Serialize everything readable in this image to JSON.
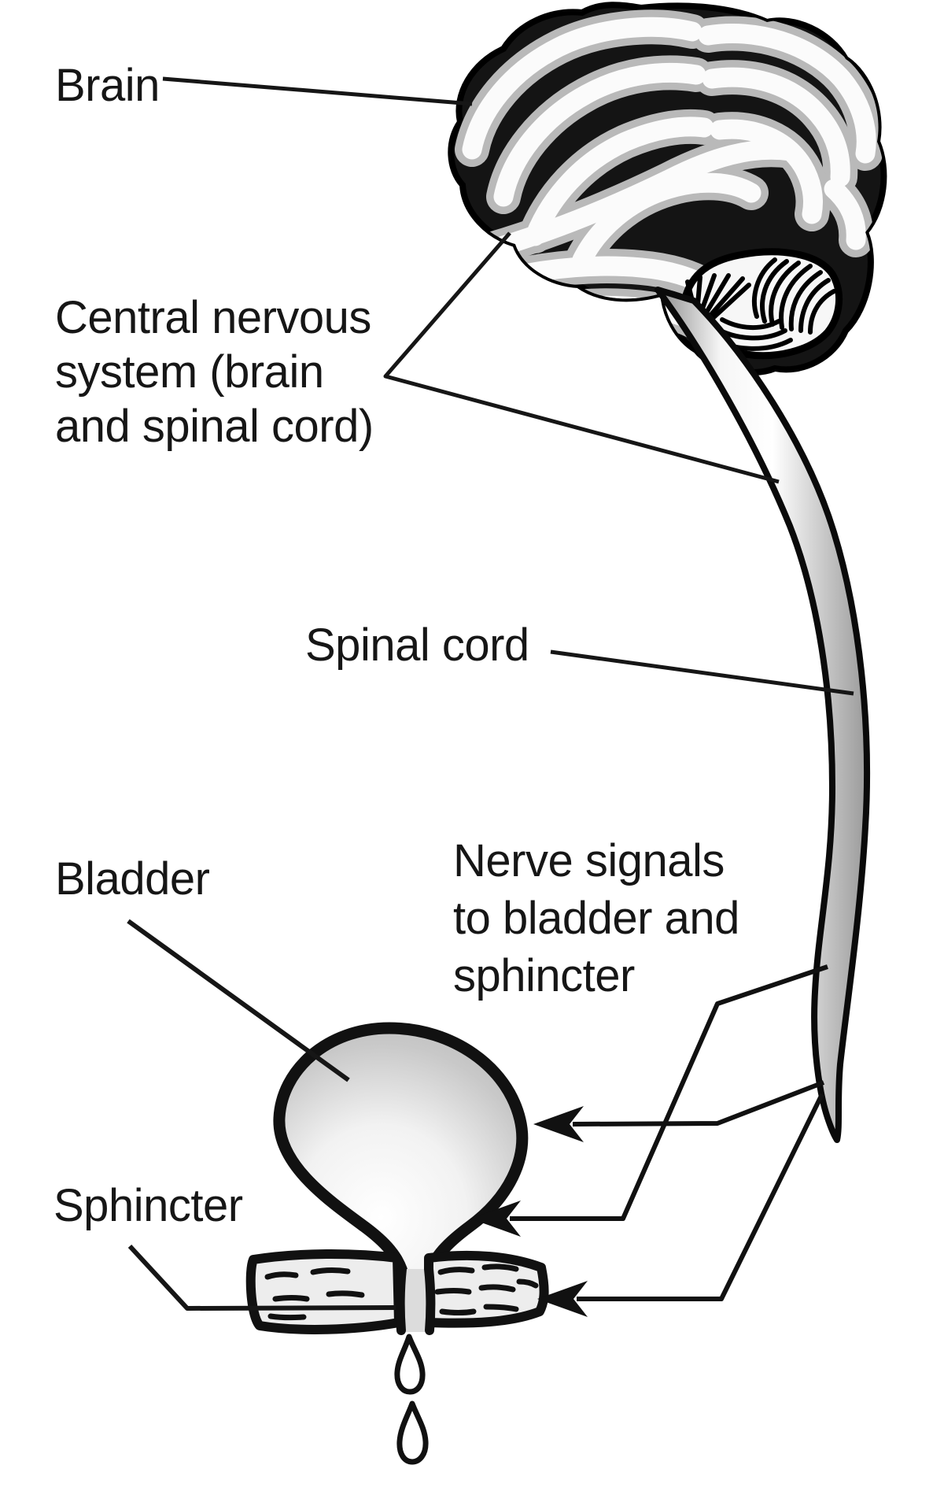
{
  "figure": {
    "type": "medical-line-illustration",
    "subject": "Nerve pathway from central nervous system to bladder and sphincter",
    "colors": {
      "paper": "#ffffff",
      "ink": "#111111",
      "text": "#161616",
      "organ_gray": "#c6c6c6",
      "muscle_gray": "#ededed"
    },
    "labels": {
      "brain": "Brain",
      "cns": [
        "Central nervous",
        "system (brain",
        "and spinal cord)"
      ],
      "spinal_cord": "Spinal cord",
      "bladder": "Bladder",
      "nerve_signals": [
        "Nerve signals",
        "to bladder and",
        "sphincter"
      ],
      "sphincter": "Sphincter"
    },
    "icons": {
      "drops": "urine-drop",
      "arrows": "nerve-signal-arrow"
    },
    "arrow_count": 3,
    "drop_count": 2
  }
}
